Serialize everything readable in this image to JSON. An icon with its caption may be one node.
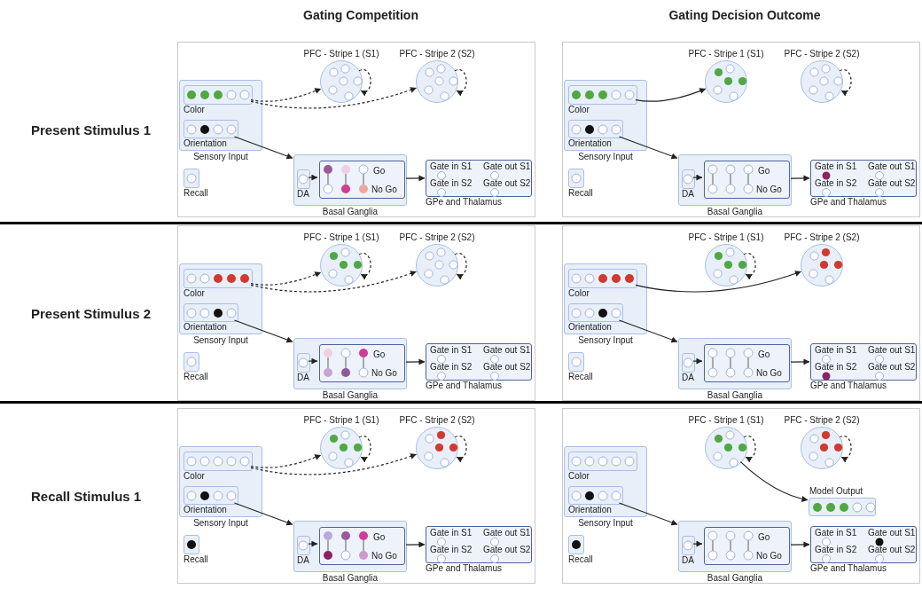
{
  "diagram": {
    "nodes": [
      {
        "text": [],
        "shape": "box"
      },
      {
        "text": [
          "PFC - Stripe 1 (S1)"
        ],
        "in": 0
      },
      {
        "text": [
          "PFC - Stripe 2 (S2)"
        ],
        "in": 0
      },
      {
        "text": [
          "Sensory Input"
        ],
        "in": 0
      },
      {
        "text": [
          "Color"
        ],
        "in": 3
      },
      {
        "text": [
          "Orientation"
        ],
        "in": 3
      },
      {
        "text": [
          "Recall"
        ],
        "in": 0
      },
      {
        "text": [
          "Basal Ganglia"
        ],
        "in": 0
      },
      {
        "text": [
          "DA"
        ],
        "in": 7
      },
      {
        "text": [
          "Go",
          "No Go"
        ],
        "in": 7
      },
      {
        "text": [
          "Gate in S1",
          "Gate out S1",
          "Gate in S2",
          "Gate out S2",
          "GPe and Thalamus"
        ],
        "in": 0
      },
      {
        "text": [],
        "shape": "box"
      },
      {
        "text": [
          "PFC - Stripe 1 (S1)"
        ],
        "in": 11
      },
      {
        "text": [
          "PFC - Stripe 2 (S2)"
        ],
        "in": 11
      },
      {
        "text": [
          "Sensory Input"
        ],
        "in": 11
      },
      {
        "text": [
          "Color"
        ],
        "in": 14
      },
      {
        "text": [
          "Orientation"
        ],
        "in": 14
      },
      {
        "text": [
          "Recall"
        ],
        "in": 11
      },
      {
        "text": [
          "Basal Ganglia"
        ],
        "in": 11
      },
      {
        "text": [
          "DA"
        ],
        "in": 18
      },
      {
        "text": [
          "Go",
          "No Go"
        ],
        "in": 18
      },
      {
        "text": [
          "Gate in S1",
          "Gate out S1",
          "Gate in S2",
          "Gate out S2",
          "GPe and Thalamus"
        ],
        "in": 11
      },
      {
        "text": [],
        "shape": "box"
      },
      {
        "text": [
          "PFC - Stripe 1 (S1)"
        ],
        "in": 22
      },
      {
        "text": [
          "PFC - Stripe 2 (S2)"
        ],
        "in": 22
      },
      {
        "text": [
          "Sensory Input"
        ],
        "in": 22
      },
      {
        "text": [
          "Color"
        ],
        "in": 25
      },
      {
        "text": [
          "Orientation"
        ],
        "in": 25
      },
      {
        "text": [
          "Recall"
        ],
        "in": 22
      },
      {
        "text": [
          "Basal Ganglia"
        ],
        "in": 22
      },
      {
        "text": [
          "DA"
        ],
        "in": 29
      },
      {
        "text": [
          "Go",
          "No Go"
        ],
        "in": 29
      },
      {
        "text": [
          "Gate in S1",
          "Gate out S1",
          "Gate in S2",
          "Gate out S2",
          "GPe and Thalamus"
        ],
        "in": 22
      },
      {
        "text": [],
        "shape": "box"
      },
      {
        "text": [
          "PFC - Stripe 1 (S1)"
        ],
        "in": 33
      },
      {
        "text": [
          "PFC - Stripe 2 (S2)"
        ],
        "in": 33
      },
      {
        "text": [
          "Sensory Input"
        ],
        "in": 33
      },
      {
        "text": [
          "Color"
        ],
        "in": 36
      },
      {
        "text": [
          "Orientation"
        ],
        "in": 36
      },
      {
        "text": [
          "Recall"
        ],
        "in": 33
      },
      {
        "text": [
          "Basal Ganglia"
        ],
        "in": 33
      },
      {
        "text": [
          "DA"
        ],
        "in": 40
      },
      {
        "text": [
          "Go",
          "No Go"
        ],
        "in": 40
      },
      {
        "text": [
          "Gate in S1",
          "Gate out S1",
          "Gate in S2",
          "Gate out S2",
          "GPe and Thalamus"
        ],
        "in": 33
      },
      {
        "text": [],
        "shape": "box"
      },
      {
        "text": [
          "PFC - Stripe 1 (S1)"
        ],
        "in": 44
      },
      {
        "text": [
          "PFC - Stripe 2 (S2)"
        ],
        "in": 44
      },
      {
        "text": [
          "Sensory Input"
        ],
        "in": 44
      },
      {
        "text": [
          "Color"
        ],
        "in": 47
      },
      {
        "text": [
          "Orientation"
        ],
        "in": 47
      },
      {
        "text": [
          "Recall"
        ],
        "in": 44
      },
      {
        "text": [
          "Basal Ganglia"
        ],
        "in": 44
      },
      {
        "text": [
          "DA"
        ],
        "in": 51
      },
      {
        "text": [
          "Go",
          "No Go"
        ],
        "in": 51
      },
      {
        "text": [
          "Gate in S1",
          "Gate out S1",
          "Gate in S2",
          "Gate out S2",
          "GPe and Thalamus"
        ],
        "in": 44
      },
      {
        "text": [],
        "shape": "box"
      },
      {
        "text": [
          "PFC - Stripe 1 (S1)"
        ],
        "in": 55
      },
      {
        "text": [
          "PFC - Stripe 2 (S2)"
        ],
        "in": 55
      },
      {
        "text": [
          "Sensory Input"
        ],
        "in": 55
      },
      {
        "text": [
          "Color"
        ],
        "in": 58
      },
      {
        "text": [
          "Orientation"
        ],
        "in": 58
      },
      {
        "text": [
          "Recall"
        ],
        "in": 55
      },
      {
        "text": [
          "Basal Ganglia"
        ],
        "in": 55
      },
      {
        "text": [
          "DA"
        ],
        "in": 62
      },
      {
        "text": [
          "Go",
          "No Go"
        ],
        "in": 62
      },
      {
        "text": [
          "Gate in S1",
          "Gate out S1",
          "Gate in S2",
          "Gate out S2",
          "GPe and Thalamus"
        ],
        "in": 55
      },
      {
        "text": [
          "Model Output"
        ],
        "in": 55
      }
    ],
    "edges": [
      {
        "from": 4,
        "to": 1,
        "arrow": "to",
        "style": "dashed"
      },
      {
        "from": 4,
        "to": 2,
        "arrow": "to",
        "style": "dashed"
      },
      {
        "from": 1,
        "to": 1,
        "arrow": "to",
        "style": "dashed"
      },
      {
        "from": 2,
        "to": 2,
        "arrow": "to",
        "style": "dashed"
      },
      {
        "from": 5,
        "to": 7,
        "arrow": "to"
      },
      {
        "from": 8,
        "to": 9,
        "arrow": "to"
      },
      {
        "from": 7,
        "to": 10,
        "arrow": "to"
      },
      {
        "from": 15,
        "to": 12,
        "arrow": "to"
      },
      {
        "from": 13,
        "to": 13,
        "arrow": "to",
        "style": "dashed"
      },
      {
        "from": 16,
        "to": 18,
        "arrow": "to"
      },
      {
        "from": 19,
        "to": 20,
        "arrow": "to"
      },
      {
        "from": 18,
        "to": 21,
        "arrow": "to"
      },
      {
        "from": 26,
        "to": 23,
        "arrow": "to",
        "style": "dashed"
      },
      {
        "from": 26,
        "to": 24,
        "arrow": "to",
        "style": "dashed"
      },
      {
        "from": 23,
        "to": 23,
        "arrow": "to",
        "style": "dashed"
      },
      {
        "from": 24,
        "to": 24,
        "arrow": "to",
        "style": "dashed"
      },
      {
        "from": 27,
        "to": 29,
        "arrow": "to"
      },
      {
        "from": 30,
        "to": 31,
        "arrow": "to"
      },
      {
        "from": 29,
        "to": 32,
        "arrow": "to"
      },
      {
        "from": 37,
        "to": 35,
        "arrow": "to"
      },
      {
        "from": 34,
        "to": 34,
        "arrow": "to",
        "style": "dashed"
      },
      {
        "from": 38,
        "to": 40,
        "arrow": "to"
      },
      {
        "from": 41,
        "to": 42,
        "arrow": "to"
      },
      {
        "from": 40,
        "to": 43,
        "arrow": "to"
      },
      {
        "from": 48,
        "to": 45,
        "arrow": "to",
        "style": "dashed"
      },
      {
        "from": 48,
        "to": 46,
        "arrow": "to",
        "style": "dashed"
      },
      {
        "from": 45,
        "to": 45,
        "arrow": "to",
        "style": "dashed"
      },
      {
        "from": 46,
        "to": 46,
        "arrow": "to",
        "style": "dashed"
      },
      {
        "from": 49,
        "to": 51,
        "arrow": "to"
      },
      {
        "from": 52,
        "to": 53,
        "arrow": "to"
      },
      {
        "from": 51,
        "to": 54,
        "arrow": "to"
      },
      {
        "from": 56,
        "to": 66,
        "arrow": "to"
      },
      {
        "from": 56,
        "to": 56,
        "arrow": "to",
        "style": "dashed"
      },
      {
        "from": 57,
        "to": 57,
        "arrow": "to",
        "style": "dashed"
      },
      {
        "from": 60,
        "to": 62,
        "arrow": "to"
      },
      {
        "from": 63,
        "to": 64,
        "arrow": "to"
      },
      {
        "from": 62,
        "to": 65,
        "arrow": "to"
      }
    ],
    "labels": [
      "Gating Competition",
      "Gating Decision Outcome",
      "Present Stimulus 1",
      "Present Stimulus 2",
      "Recall Stimulus 1"
    ]
  }
}
